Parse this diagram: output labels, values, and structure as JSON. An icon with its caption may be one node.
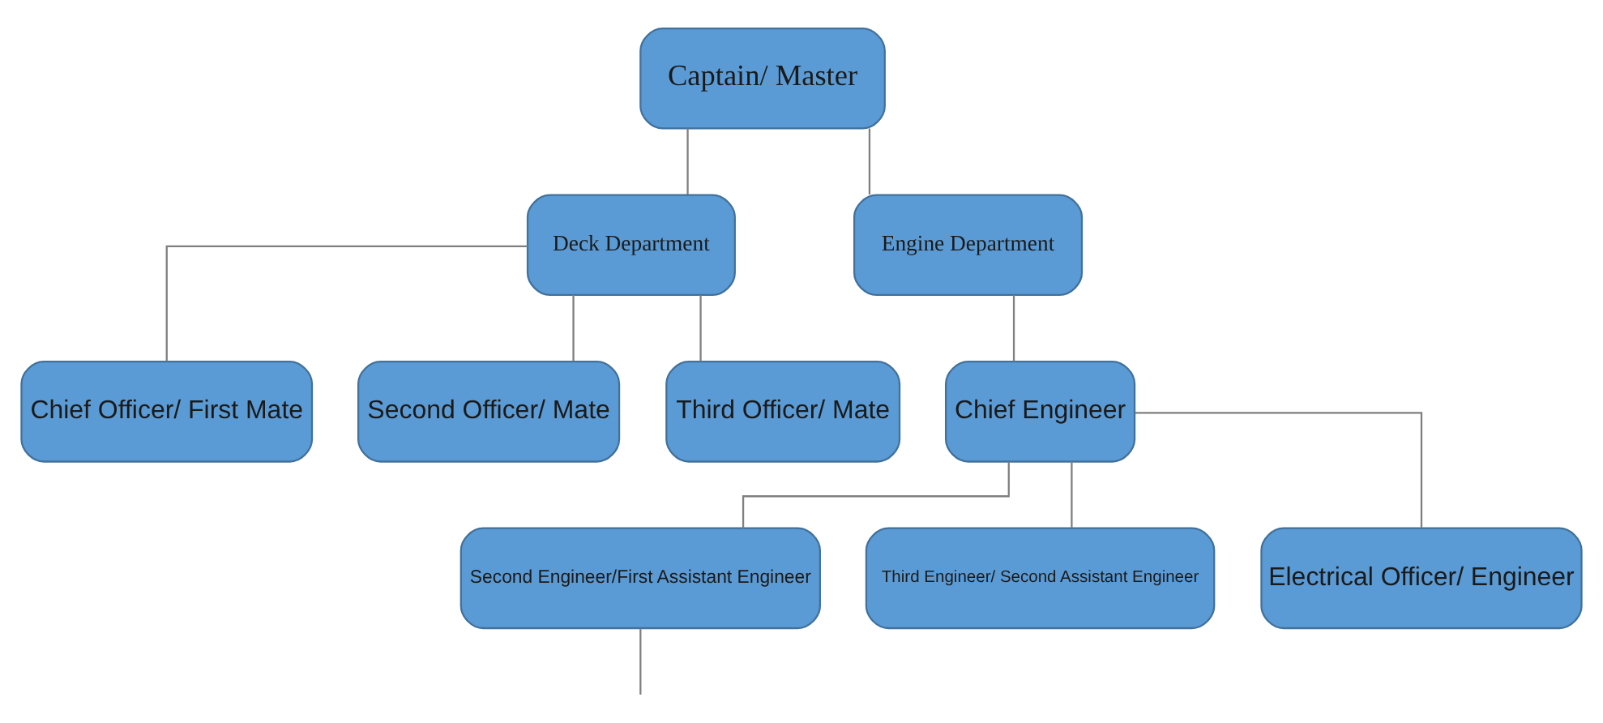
{
  "diagram": {
    "nodes": [
      {
        "text": [
          "Captain/ Master"
        ]
      },
      {
        "text": [
          "Deck Department"
        ]
      },
      {
        "text": [
          "Engine Department"
        ]
      },
      {
        "text": [
          "Chief Officer/ First Mate"
        ]
      },
      {
        "text": [
          "Second Officer/ Mate"
        ]
      },
      {
        "text": [
          "Third Officer/ Mate"
        ]
      },
      {
        "text": [
          "Chief Engineer"
        ]
      },
      {
        "text": [
          "Second Engineer/First Assistant Engineer"
        ]
      },
      {
        "text": [
          "Third Engineer/ Second Assistant Engineer"
        ]
      },
      {
        "text": [
          "Electrical Officer/ Engineer"
        ]
      }
    ],
    "edges": [
      {
        "from": 0,
        "to": 1,
        "arrow": "none"
      },
      {
        "from": 0,
        "to": 2,
        "arrow": "none"
      },
      {
        "from": 1,
        "to": 3,
        "arrow": "none"
      },
      {
        "from": 1,
        "to": 4,
        "arrow": "none"
      },
      {
        "from": 1,
        "to": 5,
        "arrow": "none"
      },
      {
        "from": 2,
        "to": 6,
        "arrow": "none"
      },
      {
        "from": 6,
        "to": 7,
        "arrow": "none"
      },
      {
        "from": 6,
        "to": 8,
        "arrow": "none"
      },
      {
        "from": 6,
        "to": 9,
        "arrow": "none"
      },
      {
        "from": 7,
        "to": null,
        "arrow": "none"
      }
    ]
  }
}
